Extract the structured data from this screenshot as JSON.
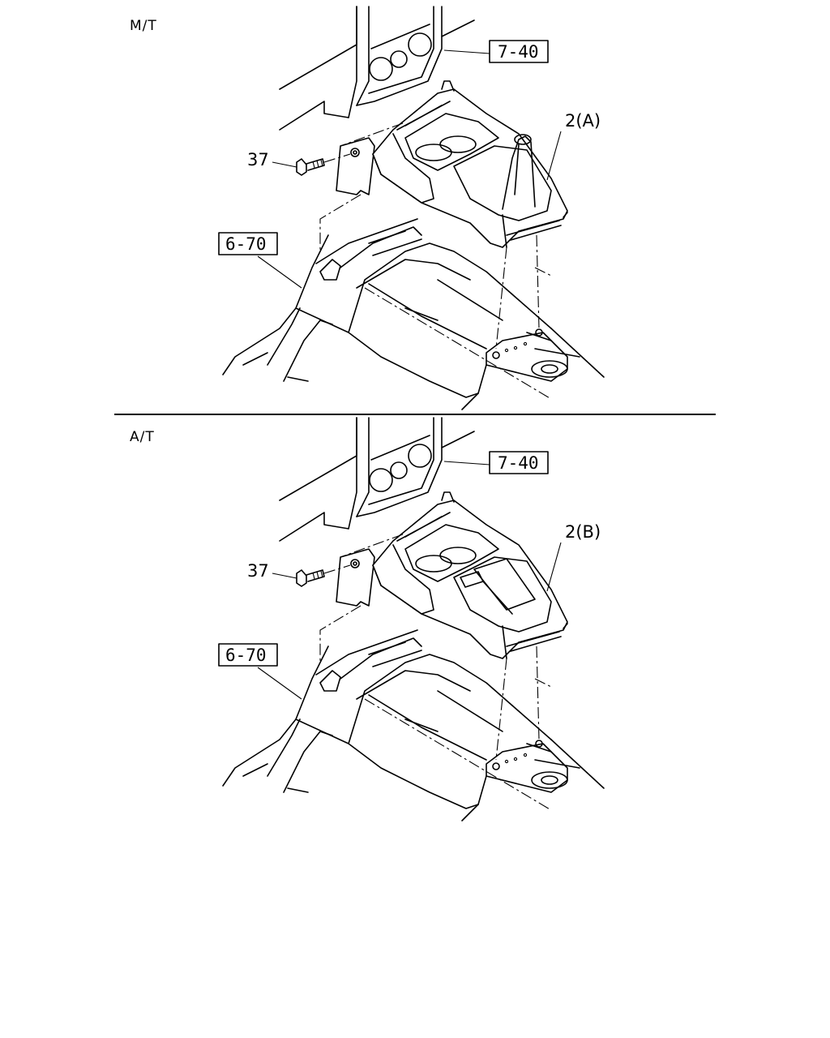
{
  "sections": [
    {
      "label": "M/T",
      "callouts": {
        "bracket": "7-40",
        "part": "2(A)",
        "bolt": "37",
        "lower": "6-70"
      },
      "variant": "manual"
    },
    {
      "label": "A/T",
      "callouts": {
        "bracket": "7-40",
        "part": "2(B)",
        "bolt": "37",
        "lower": "6-70"
      },
      "variant": "automatic"
    }
  ]
}
